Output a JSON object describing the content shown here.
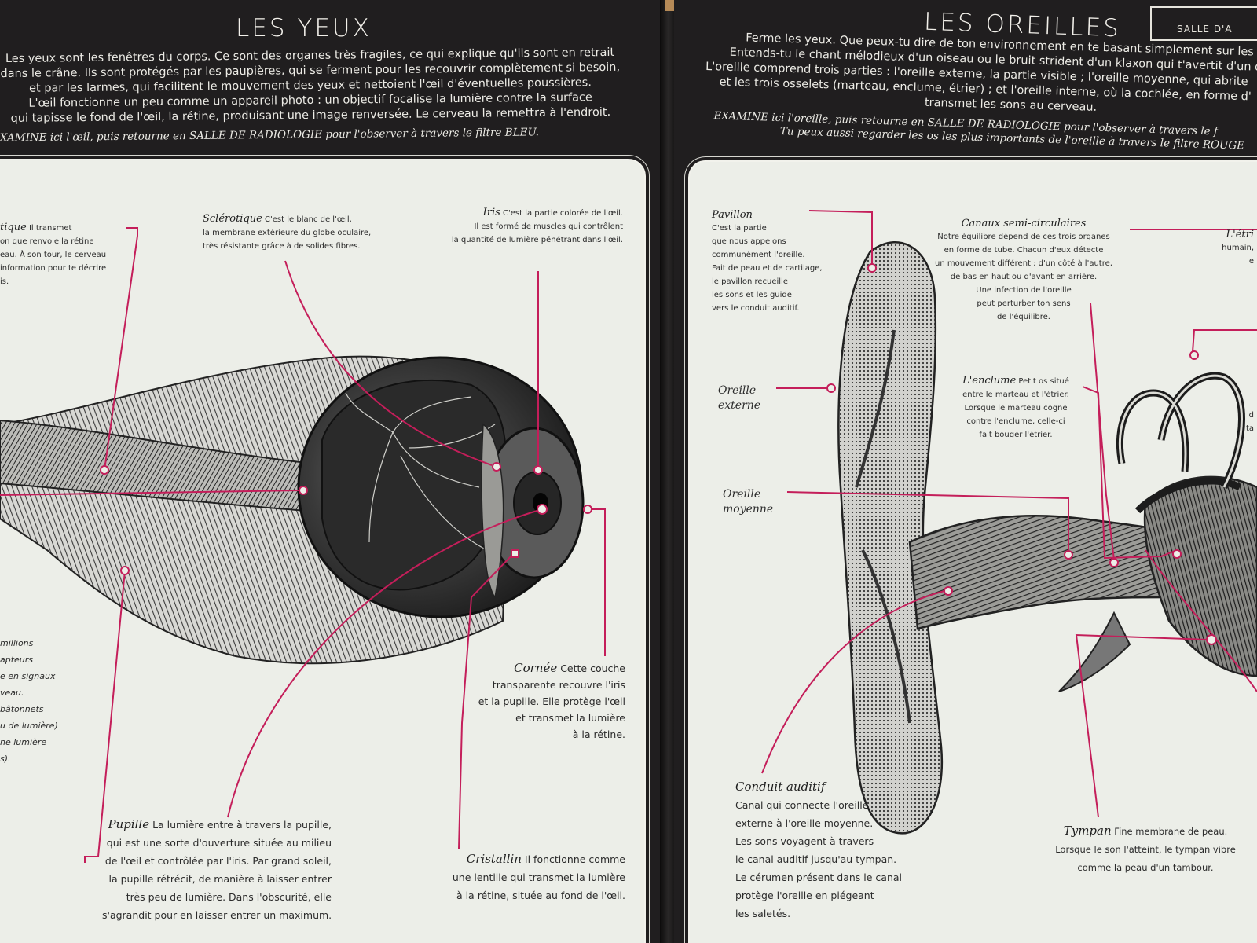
{
  "left_page": {
    "title": "LES YEUX",
    "intro": [
      "Les yeux sont les fenêtres du corps. Ce sont des organes très fragiles, ce qui explique qu'ils sont en retrait",
      "dans le crâne. Ils sont protégés par les paupières, qui se ferment pour les recouvrir complètement si besoin,",
      "et par les larmes, qui facilitent le mouvement des yeux et nettoient l'œil d'éventuelles poussières.",
      "L'œil fonctionne un peu comme un appareil photo : un objectif focalise la lumière contre la surface",
      "qui tapisse le fond de l'œil, la rétine, produisant une image renversée. Le cerveau la remettra à l'endroit."
    ],
    "examine": "EXAMINE ici l'œil, puis retourne en SALLE DE RADIOLOGIE pour l'observer à travers le filtre BLEU.",
    "labels": {
      "nerf": {
        "heading": "tique",
        "lines": [
          "Il transmet",
          "on que renvoie la rétine",
          "eau. À son tour, le cerveau",
          "information pour te décrire",
          "is."
        ]
      },
      "sclerotique": {
        "heading": "Sclérotique",
        "lines": [
          "C'est le blanc de l'œil,",
          "la membrane extérieure du globe oculaire,",
          "très résistante grâce à de solides fibres."
        ]
      },
      "iris": {
        "heading": "Iris",
        "lines": [
          "C'est la partie colorée de l'œil.",
          "Il est formé de muscles qui contrôlent",
          "la quantité de lumière pénétrant dans l'œil."
        ]
      },
      "retine": {
        "lines": [
          "millions",
          "apteurs",
          "e en signaux",
          "veau.",
          "bâtonnets",
          "u de lumière)",
          "ne lumière",
          "s)."
        ]
      },
      "cornee": {
        "heading": "Cornée",
        "lines": [
          "Cette couche",
          "transparente recouvre l'iris",
          "et la pupille. Elle protège l'œil",
          "et transmet la lumière",
          "à la rétine."
        ]
      },
      "pupille": {
        "heading": "Pupille",
        "lines": [
          "La lumière entre à travers la pupille,",
          "qui est une sorte d'ouverture située au milieu",
          "de l'œil et contrôlée par l'iris. Par grand soleil,",
          "la pupille rétrécit, de manière à laisser entrer",
          "très peu de lumière. Dans l'obscurité, elle",
          "s'agrandit pour en laisser entrer un maximum."
        ]
      },
      "cristallin": {
        "heading": "Cristallin",
        "lines": [
          "Il fonctionne comme",
          "une lentille qui transmet la lumière",
          "à la rétine, située au fond de l'œil."
        ]
      }
    }
  },
  "right_page": {
    "title": "LES OREILLES",
    "tag": "SALLE D'A",
    "intro": [
      "Ferme les yeux. Que peux-tu dire de ton environnement en te basant simplement sur les so",
      "Entends-tu le chant mélodieux d'un oiseau ou le bruit strident d'un klaxon qui t'avertit d'un d",
      "L'oreille comprend trois parties : l'oreille externe, la partie visible ; l'oreille moyenne, qui abrite",
      "et les trois osselets (marteau, enclume, étrier) ; et l'oreille interne, où la cochlée, en forme d'",
      "transmet les sons au cerveau."
    ],
    "examine": [
      "EXAMINE ici l'oreille, puis retourne en SALLE DE RADIOLOGIE pour l'observer à travers le f",
      "Tu peux aussi regarder les os les plus importants de l'oreille à travers le filtre ROUGE"
    ],
    "labels": {
      "pavillon": {
        "heading": "Pavillon",
        "lines": [
          "C'est la partie",
          "que nous appelons",
          "communément l'oreille.",
          "Fait de peau et de cartilage,",
          "le pavillon recueille",
          "les sons et les guide",
          "vers le conduit auditif."
        ]
      },
      "canaux": {
        "heading": "Canaux semi-circulaires",
        "lines": [
          "Notre équilibre dépend de ces trois organes",
          "en forme de tube. Chacun d'eux détecte",
          "un mouvement différent : d'un côté à l'autre,",
          "de bas en haut ou d'avant en arrière.",
          "Une infection de l'oreille",
          "peut perturber ton sens",
          "de l'équilibre."
        ]
      },
      "etrier": {
        "heading": "L'étri",
        "lines": [
          "humain,",
          "le"
        ]
      },
      "oreille_externe": {
        "lines": [
          "Oreille",
          "externe"
        ]
      },
      "enclume": {
        "heading": "L'enclume",
        "lines": [
          "Petit os situé",
          "entre le marteau et l'étrier.",
          "Lorsque le marteau cogne",
          "contre l'enclume, celle-ci",
          "fait bouger l'étrier."
        ]
      },
      "right_edge": {
        "lines": [
          "d",
          "ta"
        ]
      },
      "oreille_moyenne": {
        "lines": [
          "Oreille",
          "moyenne"
        ]
      },
      "conduit": {
        "heading": "Conduit auditif",
        "lines": [
          "Canal qui connecte l'oreille",
          "externe à l'oreille moyenne.",
          "Les sons voyagent à travers",
          "le canal auditif jusqu'au tympan.",
          "Le cérumen présent dans le canal",
          "protège l'oreille en piégeant",
          "les saletés."
        ]
      },
      "tympan": {
        "heading": "Tympan",
        "lines": [
          "Fine membrane de peau.",
          "Lorsque le son l'atteint, le tympan vibre",
          "comme la peau d'un tambour."
        ]
      }
    }
  }
}
